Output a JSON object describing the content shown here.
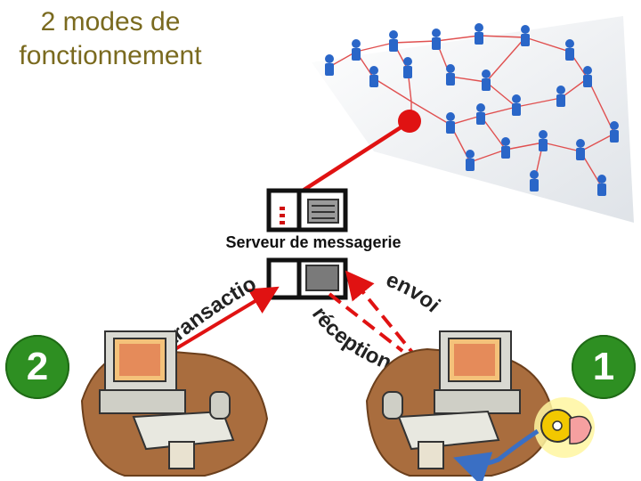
{
  "title": "2 modes de fonctionnement",
  "server_label": "Serveur de messagerie",
  "arrow_labels": {
    "transaction": "transaction",
    "envoi": "envoi",
    "reception": "réception"
  },
  "badges": {
    "left": "2",
    "right": "1"
  },
  "colors": {
    "title": "#7a6a1f",
    "badge": "#2e8f22",
    "arrow": "#e01212",
    "network_node": "#2a66c8",
    "network_link": "#e05050"
  },
  "icons": [
    "network-people-icon",
    "server-icon",
    "computer-desk-icon",
    "cd-hand-icon"
  ]
}
